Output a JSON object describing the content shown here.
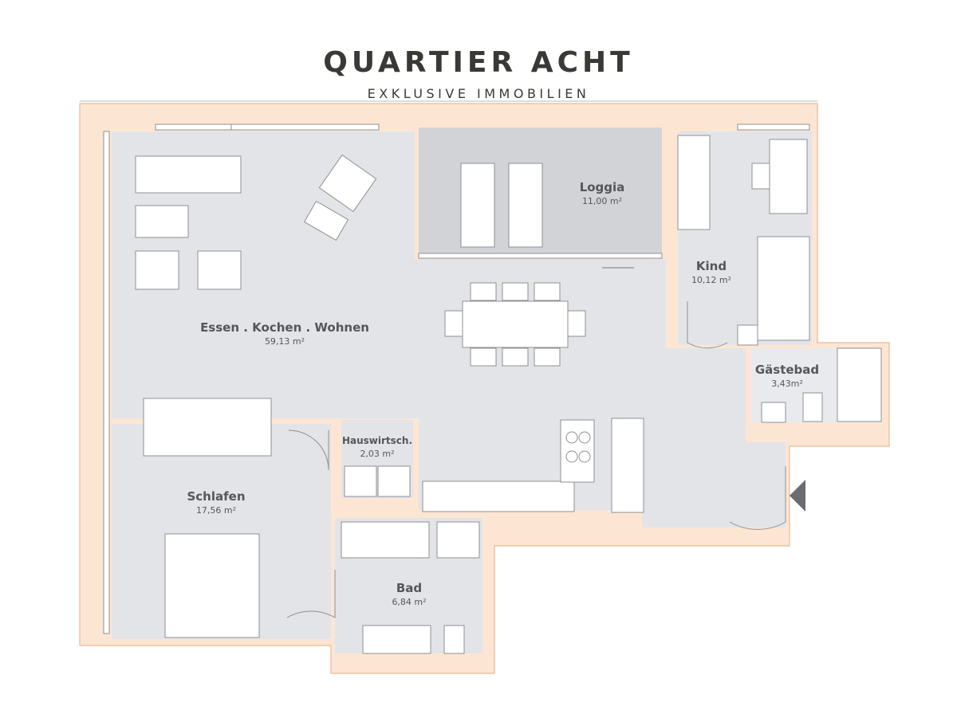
{
  "brand": {
    "title": "QUARTIER ACHT",
    "subtitle": "EXKLUSIVE IMMOBILIEN"
  },
  "rooms": [
    {
      "name": "Loggia",
      "area": "11,00 m²"
    },
    {
      "name": "Essen . Kochen . Wohnen",
      "area": "59,13 m²"
    },
    {
      "name": "Kind",
      "area": "10,12 m²"
    },
    {
      "name": "Gästebad",
      "area": "3,43m²"
    },
    {
      "name": "Hauswirtsch.",
      "area": "2,03 m²"
    },
    {
      "name": "Schlafen",
      "area": "17,56 m²"
    },
    {
      "name": "Bad",
      "area": "6,84 m²"
    }
  ],
  "colors": {
    "wall": "#fce6d3",
    "floor": "#e3e4e8",
    "loggia": "#d2d3d6",
    "text": "#3a3936"
  },
  "icons": {
    "entrance": "entrance-arrow-icon"
  }
}
